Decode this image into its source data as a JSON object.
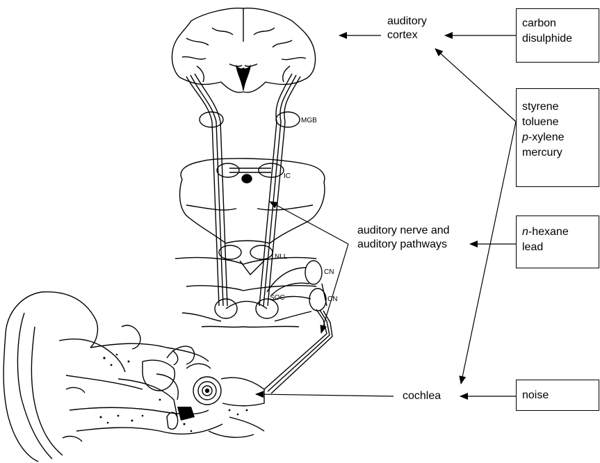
{
  "anatomy_labels": {
    "mgb": "MGB",
    "ic": "IC",
    "nll": "NLL",
    "cn_upper": "CN",
    "cn_lower": "CN",
    "soc": "SOC"
  },
  "targets": {
    "auditory_cortex": [
      "auditory",
      "cortex"
    ],
    "auditory_pathways": [
      "auditory nerve and",
      "auditory pathways"
    ],
    "cochlea": "cochlea"
  },
  "agents": {
    "carbon_disulphide": [
      "carbon",
      "disulphide"
    ],
    "aromatic_solvents": {
      "styrene": "styrene",
      "toluene": "toluene",
      "p_xylene_prefix": "p",
      "p_xylene_rest": "-xylene",
      "mercury": "mercury"
    },
    "hexane_lead": {
      "n_prefix": "n",
      "hexane_rest": "-hexane",
      "lead": "lead"
    },
    "noise": "noise"
  }
}
